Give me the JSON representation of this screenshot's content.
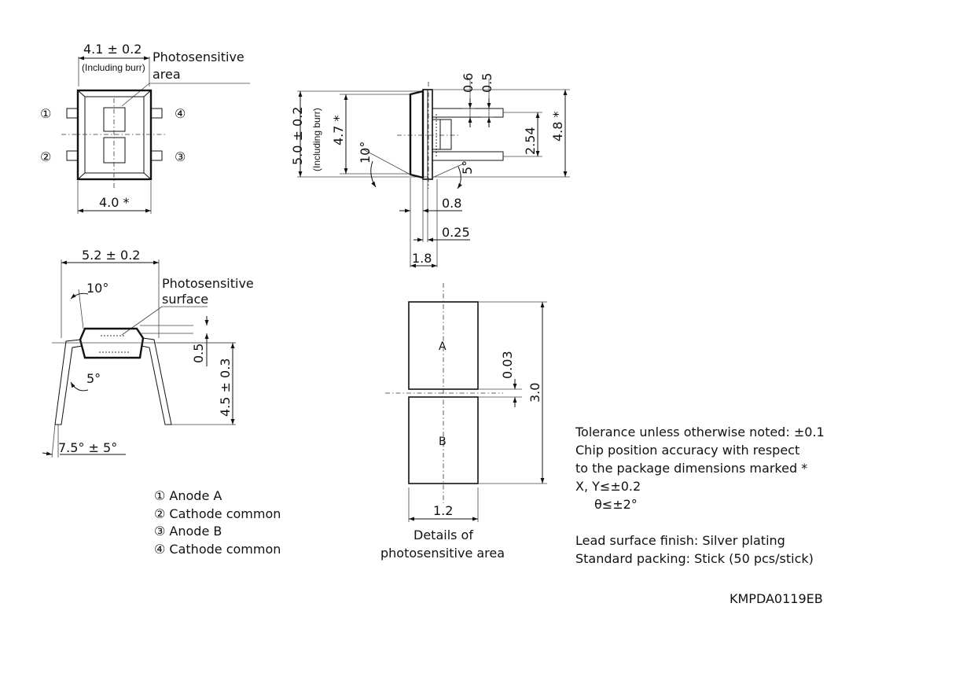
{
  "top_view": {
    "dim_width": "4.1 ± 0.2",
    "burr_note": "(Including burr)",
    "label_line1": "Photosensitive",
    "label_line2": "area",
    "dim_bottom": "4.0 *",
    "pin1": "①",
    "pin2": "②",
    "pin3": "③",
    "pin4": "④"
  },
  "side_view": {
    "dim_height_total": "5.0 ± 0.2",
    "burr_note": "(Including burr)",
    "dim_47": "4.7 *",
    "dim_48": "4.8 *",
    "dim_06": "0.6",
    "dim_05": "0.5",
    "dim_254": "2.54",
    "angle_10": "10°",
    "angle_5": "5°",
    "dim_08": "0.8",
    "dim_025": "0.25",
    "dim_18": "1.8"
  },
  "front_view": {
    "dim_width": "5.2 ± 0.2",
    "angle_10": "10°",
    "label_line1": "Photosensitive",
    "label_line2": "surface",
    "dim_05": "0.5",
    "dim_45": "4.5 ± 0.3",
    "angle_5": "5°",
    "angle_75": "7.5° ± 5°"
  },
  "details": {
    "label_a": "A",
    "label_b": "B",
    "dim_gap": "0.03",
    "dim_height": "3.0",
    "dim_width": "1.2",
    "caption_line1": "Details of",
    "caption_line2": "photosensitive area"
  },
  "legend": [
    "① Anode A",
    "② Cathode common",
    "③ Anode B",
    "④ Cathode common"
  ],
  "notes": [
    "Tolerance unless otherwise noted: ±0.1",
    "Chip position accuracy with respect",
    "to the package dimensions marked *",
    "X, Y≤±0.2",
    "θ≤±2°",
    "",
    "Lead surface finish: Silver plating",
    "Standard packing: Stick (50 pcs/stick)"
  ],
  "drawing_code": "KMPDA0119EB"
}
